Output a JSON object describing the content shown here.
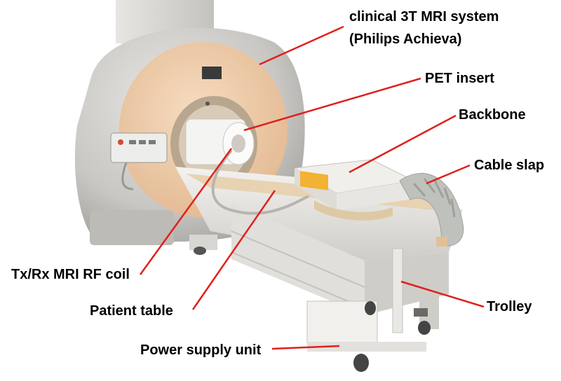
{
  "labels": {
    "mri_line1": "clinical 3T MRI system",
    "mri_line2": "(Philips Achieva)",
    "pet_insert": "PET insert",
    "backbone": "Backbone",
    "cable_slap": "Cable slap",
    "rf_coil": "Tx/Rx MRI RF coil",
    "patient_table": "Patient table",
    "trolley": "Trolley",
    "power_supply": "Power supply unit"
  },
  "colors": {
    "leader_line": "#e0201c",
    "scanner_body": "#cfcdc9",
    "bore_face": "#f0cfae",
    "insert": "#f4f4f2",
    "table": "#ebeae6"
  }
}
